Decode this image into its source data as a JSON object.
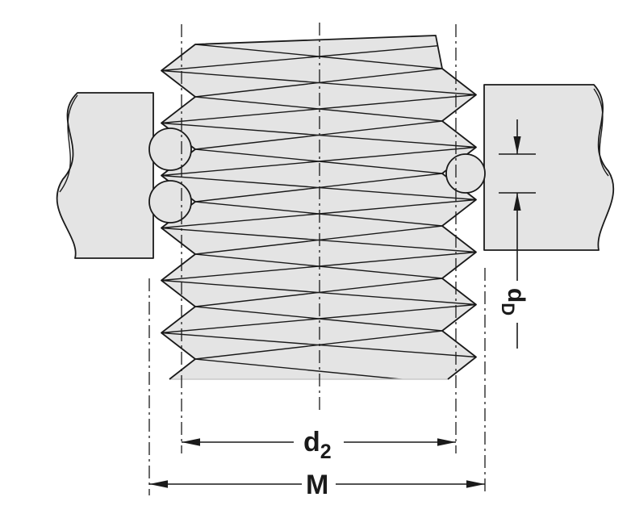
{
  "figure": {
    "colors": {
      "background": "#ffffff",
      "line": "#1a1a1a",
      "fill": "#e4e4e4",
      "light_edge": "#c9c9c9"
    },
    "labels": {
      "d2": {
        "symbol": "d",
        "subscript": "2"
      },
      "M": {
        "symbol": "M"
      },
      "dD": {
        "symbol": "d",
        "subscript": "D"
      }
    }
  }
}
